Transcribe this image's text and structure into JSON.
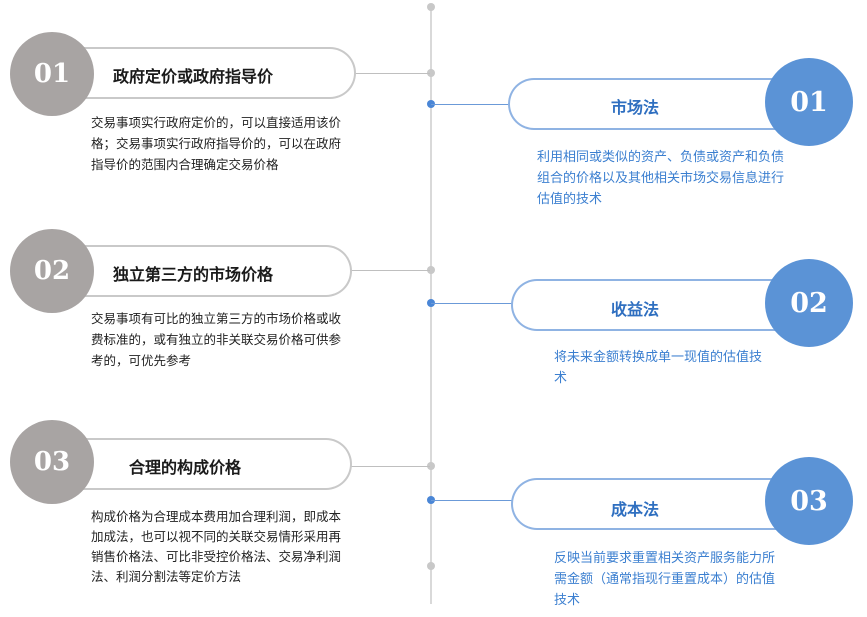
{
  "left_items": [
    {
      "number": "01",
      "title": "政府定价或政府指导价",
      "description": "交易事项实行政府定价的，可以直接适用该价格；交易事项实行政府指导价的，可以在政府指导价的范围内合理确定交易价格"
    },
    {
      "number": "02",
      "title": "独立第三方的市场价格",
      "description": "交易事项有可比的独立第三方的市场价格或收费标准的，或有独立的非关联交易价格可供参考的，可优先参考"
    },
    {
      "number": "03",
      "title": "合理的构成价格",
      "description": "构成价格为合理成本费用加合理利润，即成本加成法，也可以视不同的关联交易情形采用再销售价格法、可比非受控价格法、交易净利润法、利润分割法等定价方法"
    }
  ],
  "right_items": [
    {
      "number": "01",
      "title": "市场法",
      "description": "利用相同或类似的资产、负债或资产和负债组合的价格以及其他相关市场交易信息进行估值的技术"
    },
    {
      "number": "02",
      "title": "收益法",
      "description": "将未来金额转换成单一现值的估值技术"
    },
    {
      "number": "03",
      "title": "成本法",
      "description": "反映当前要求重置相关资产服务能力所需金额（通常指现行重置成本）的估值技术"
    }
  ],
  "colors": {
    "left_accent": "#a8a4a3",
    "right_accent": "#5b93d6",
    "right_text": "#3b7fd0",
    "timeline": "#d9d9d9"
  }
}
